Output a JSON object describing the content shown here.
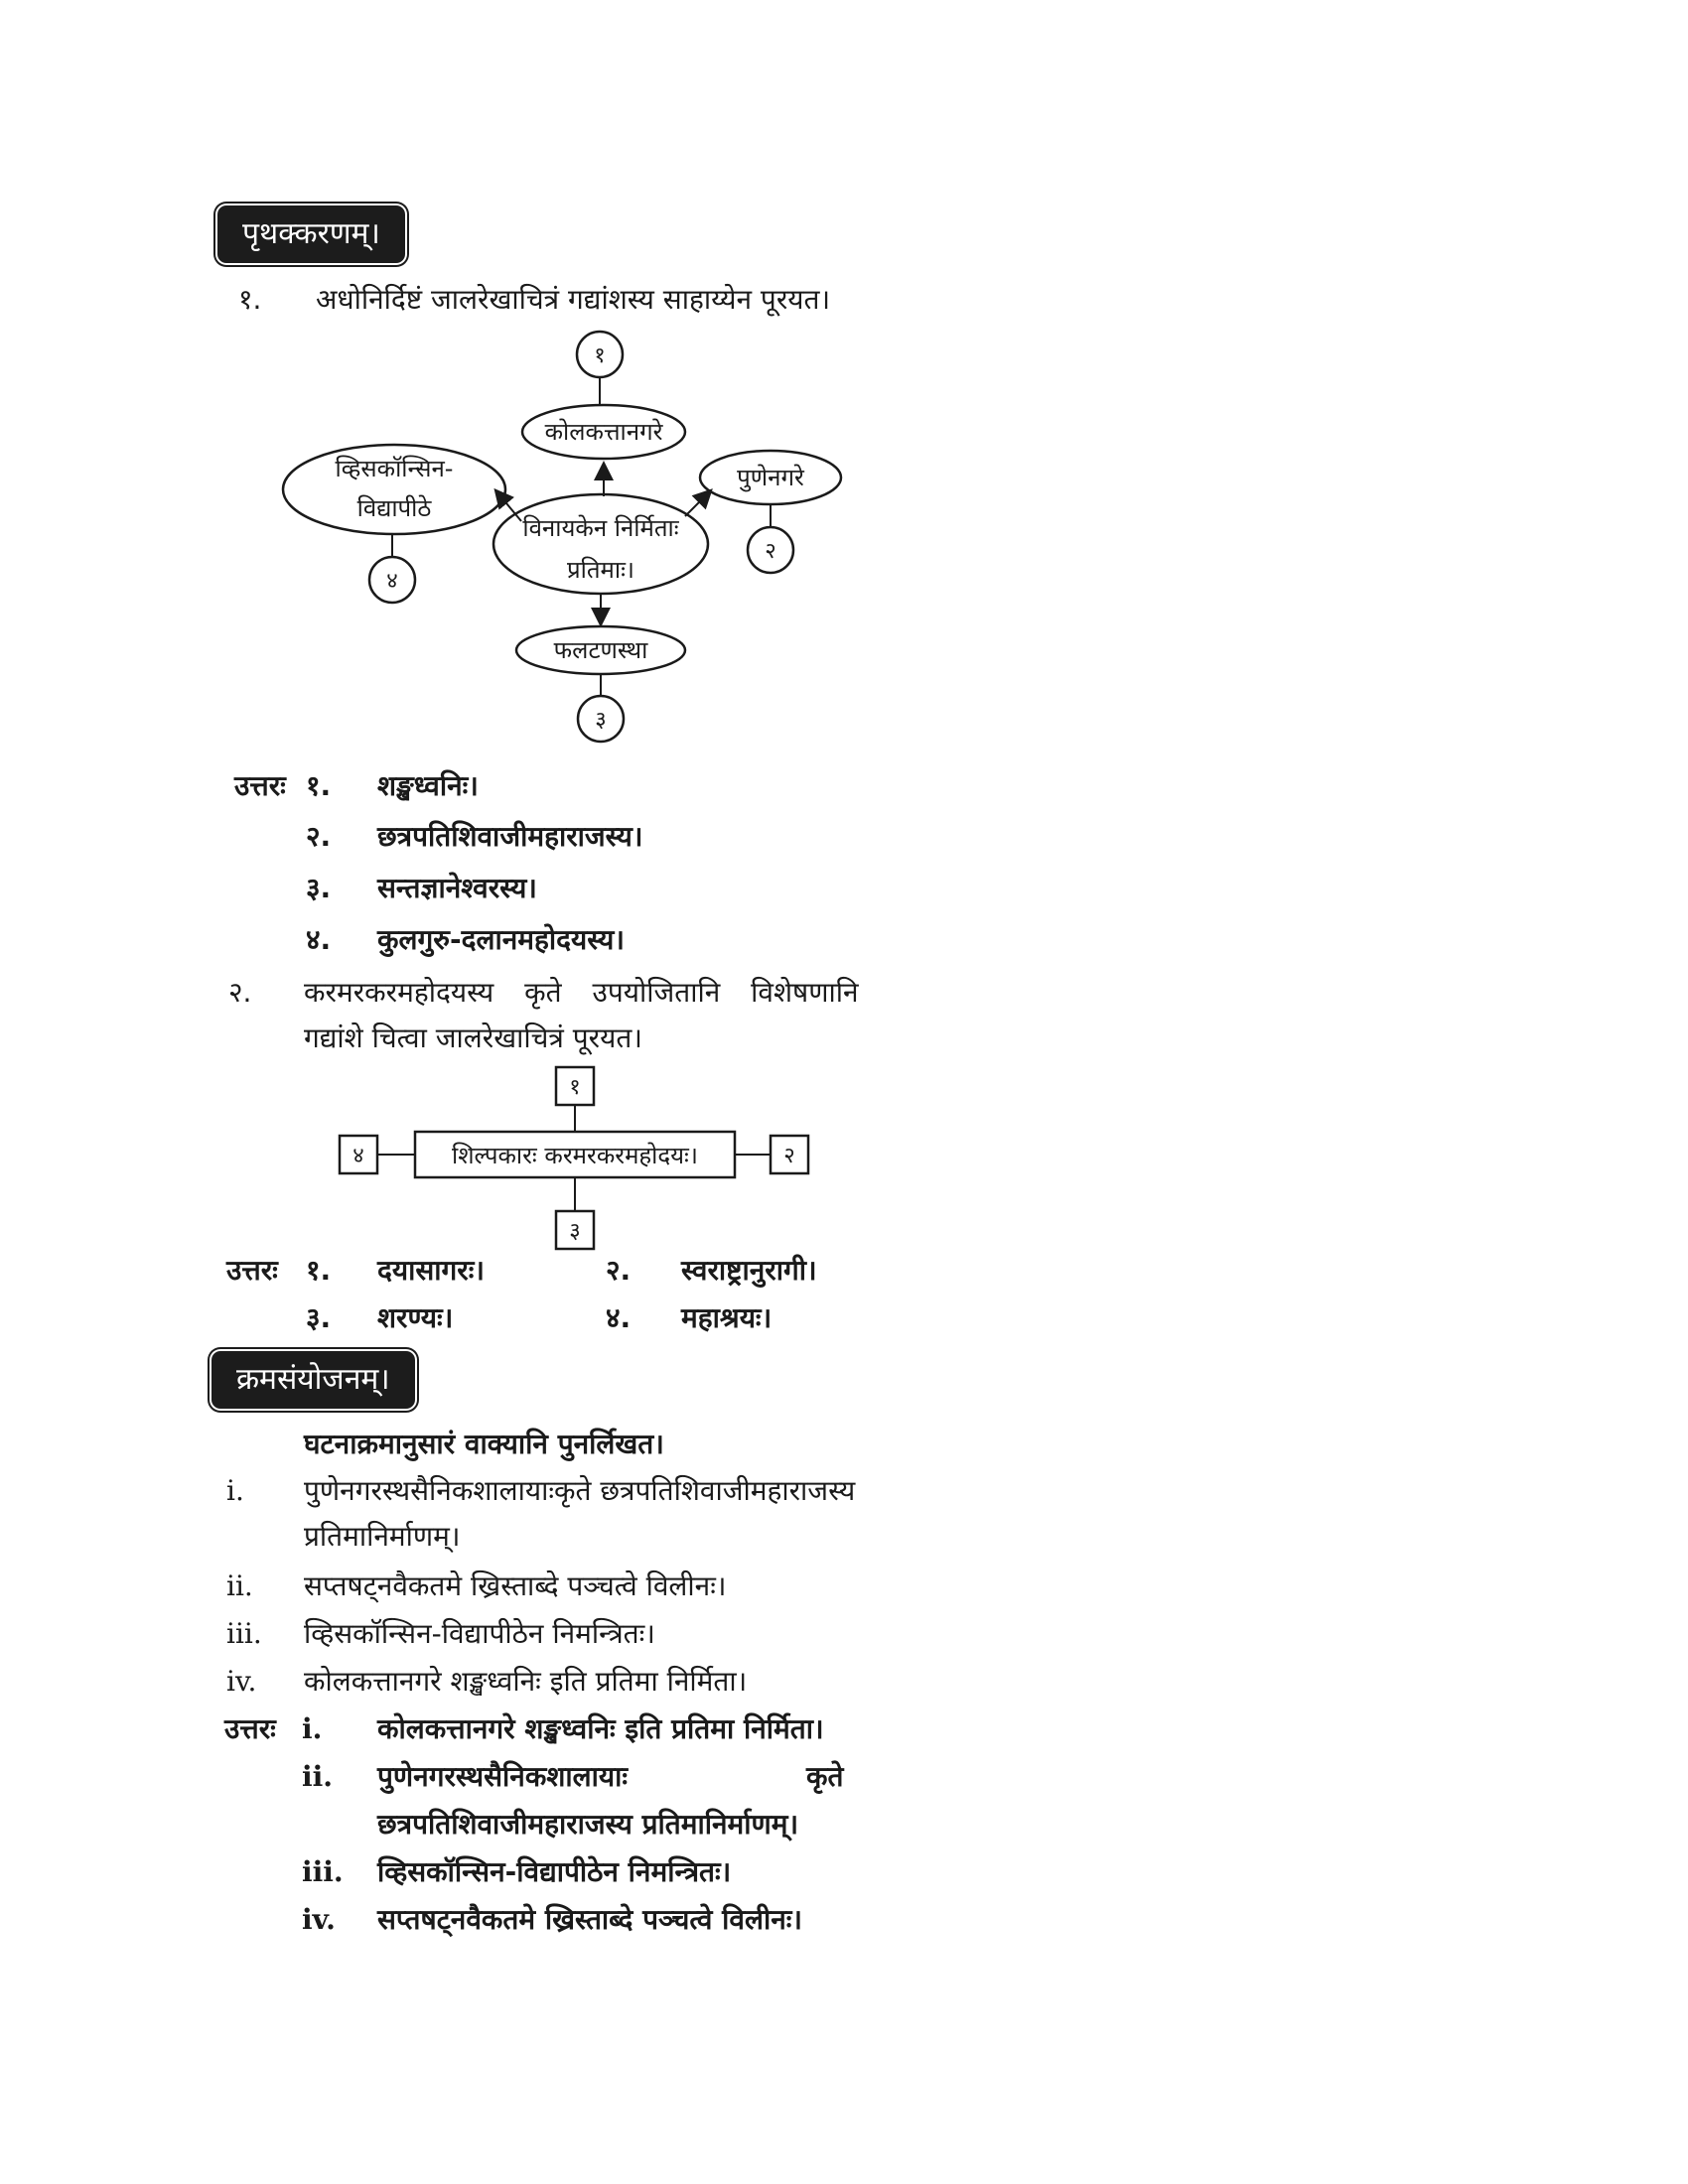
{
  "section1": {
    "heading": "पृथक्करणम्।",
    "q1": {
      "num": "१.",
      "prompt": "अधोनिर्दिष्टं जालरेखाचित्रं गद्यांशस्य साहाय्येन पूरयत।",
      "diagram": {
        "center_line1": "विनायकेन निर्मिताः",
        "center_line2": "प्रतिमाः।",
        "top_node": "कोलकत्तानगरे",
        "right_node": "पुणेनगरे",
        "left_node_line1": "व्हिसकॉन्सिन-",
        "left_node_line2": "विद्यापीठे",
        "bottom_node": "फलटणस्था",
        "marker1": "१",
        "marker2": "२",
        "marker3": "३",
        "marker4": "४"
      },
      "answer_label": "उत्तरः",
      "answers": [
        {
          "n": "१.",
          "t": "शङ्खध्वनिः।"
        },
        {
          "n": "२.",
          "t": "छत्रपतिशिवाजीमहाराजस्य।"
        },
        {
          "n": "३.",
          "t": "सन्तज्ञानेश्वरस्य।"
        },
        {
          "n": "४.",
          "t": "कुलगुरु-दलानमहोदयस्य।"
        }
      ]
    },
    "q2": {
      "num": "२.",
      "prompt_line1": "करमरकरमहोदयस्य कृते उपयोजितानि विशेषणानि",
      "prompt_line2": "गद्यांशे चित्वा जालरेखाचित्रं पूरयत।",
      "diagram": {
        "center": "शिल्पकारः करमरकरमहोदयः।",
        "marker1": "१",
        "marker2": "२",
        "marker3": "३",
        "marker4": "४"
      },
      "answer_label": "उत्तरः",
      "answers": [
        {
          "n": "१.",
          "t": "दयासागरः।"
        },
        {
          "n": "२.",
          "t": "स्वराष्ट्रानुरागी।"
        },
        {
          "n": "३.",
          "t": "शरण्यः।"
        },
        {
          "n": "४.",
          "t": "महाश्रयः।"
        }
      ]
    }
  },
  "section2": {
    "heading": "क्रमसंयोजनम्।",
    "instruction": "घटनाक्रमानुसारं वाक्यानि पुनर्लिखत।",
    "items": [
      {
        "n": "i.",
        "line1": "पुणेनगरस्थसैनिकशालायाःकृते छत्रपतिशिवाजीमहाराजस्य",
        "line2": "प्रतिमानिर्माणम्।"
      },
      {
        "n": "ii.",
        "line1": "सप्तषट्नवैकतमे ख्रिस्ताब्दे पञ्चत्वे विलीनः।"
      },
      {
        "n": "iii.",
        "line1": "व्हिसकॉन्सिन-विद्यापीठेन निमन्त्रितः।"
      },
      {
        "n": "iv.",
        "line1": "कोलकत्तानगरे शङ्खध्वनिः इति प्रतिमा निर्मिता।"
      }
    ],
    "answer_label": "उत्तरः",
    "answers": [
      {
        "n": "i.",
        "line1": "कोलकत्तानगरे शङ्खध्वनिः इति प्रतिमा निर्मिता।"
      },
      {
        "n": "ii.",
        "line1": "पुणेनगरस्थसैनिकशालायाः",
        "line1b": "कृते",
        "line2": "छत्रपतिशिवाजीमहाराजस्य प्रतिमानिर्माणम्।"
      },
      {
        "n": "iii.",
        "line1": "व्हिसकॉन्सिन-विद्यापीठेन निमन्त्रितः।"
      },
      {
        "n": "iv.",
        "line1": "सप्तषट्नवैकतमे ख्रिस्ताब्दे पञ्चत्वे विलीनः।"
      }
    ]
  }
}
